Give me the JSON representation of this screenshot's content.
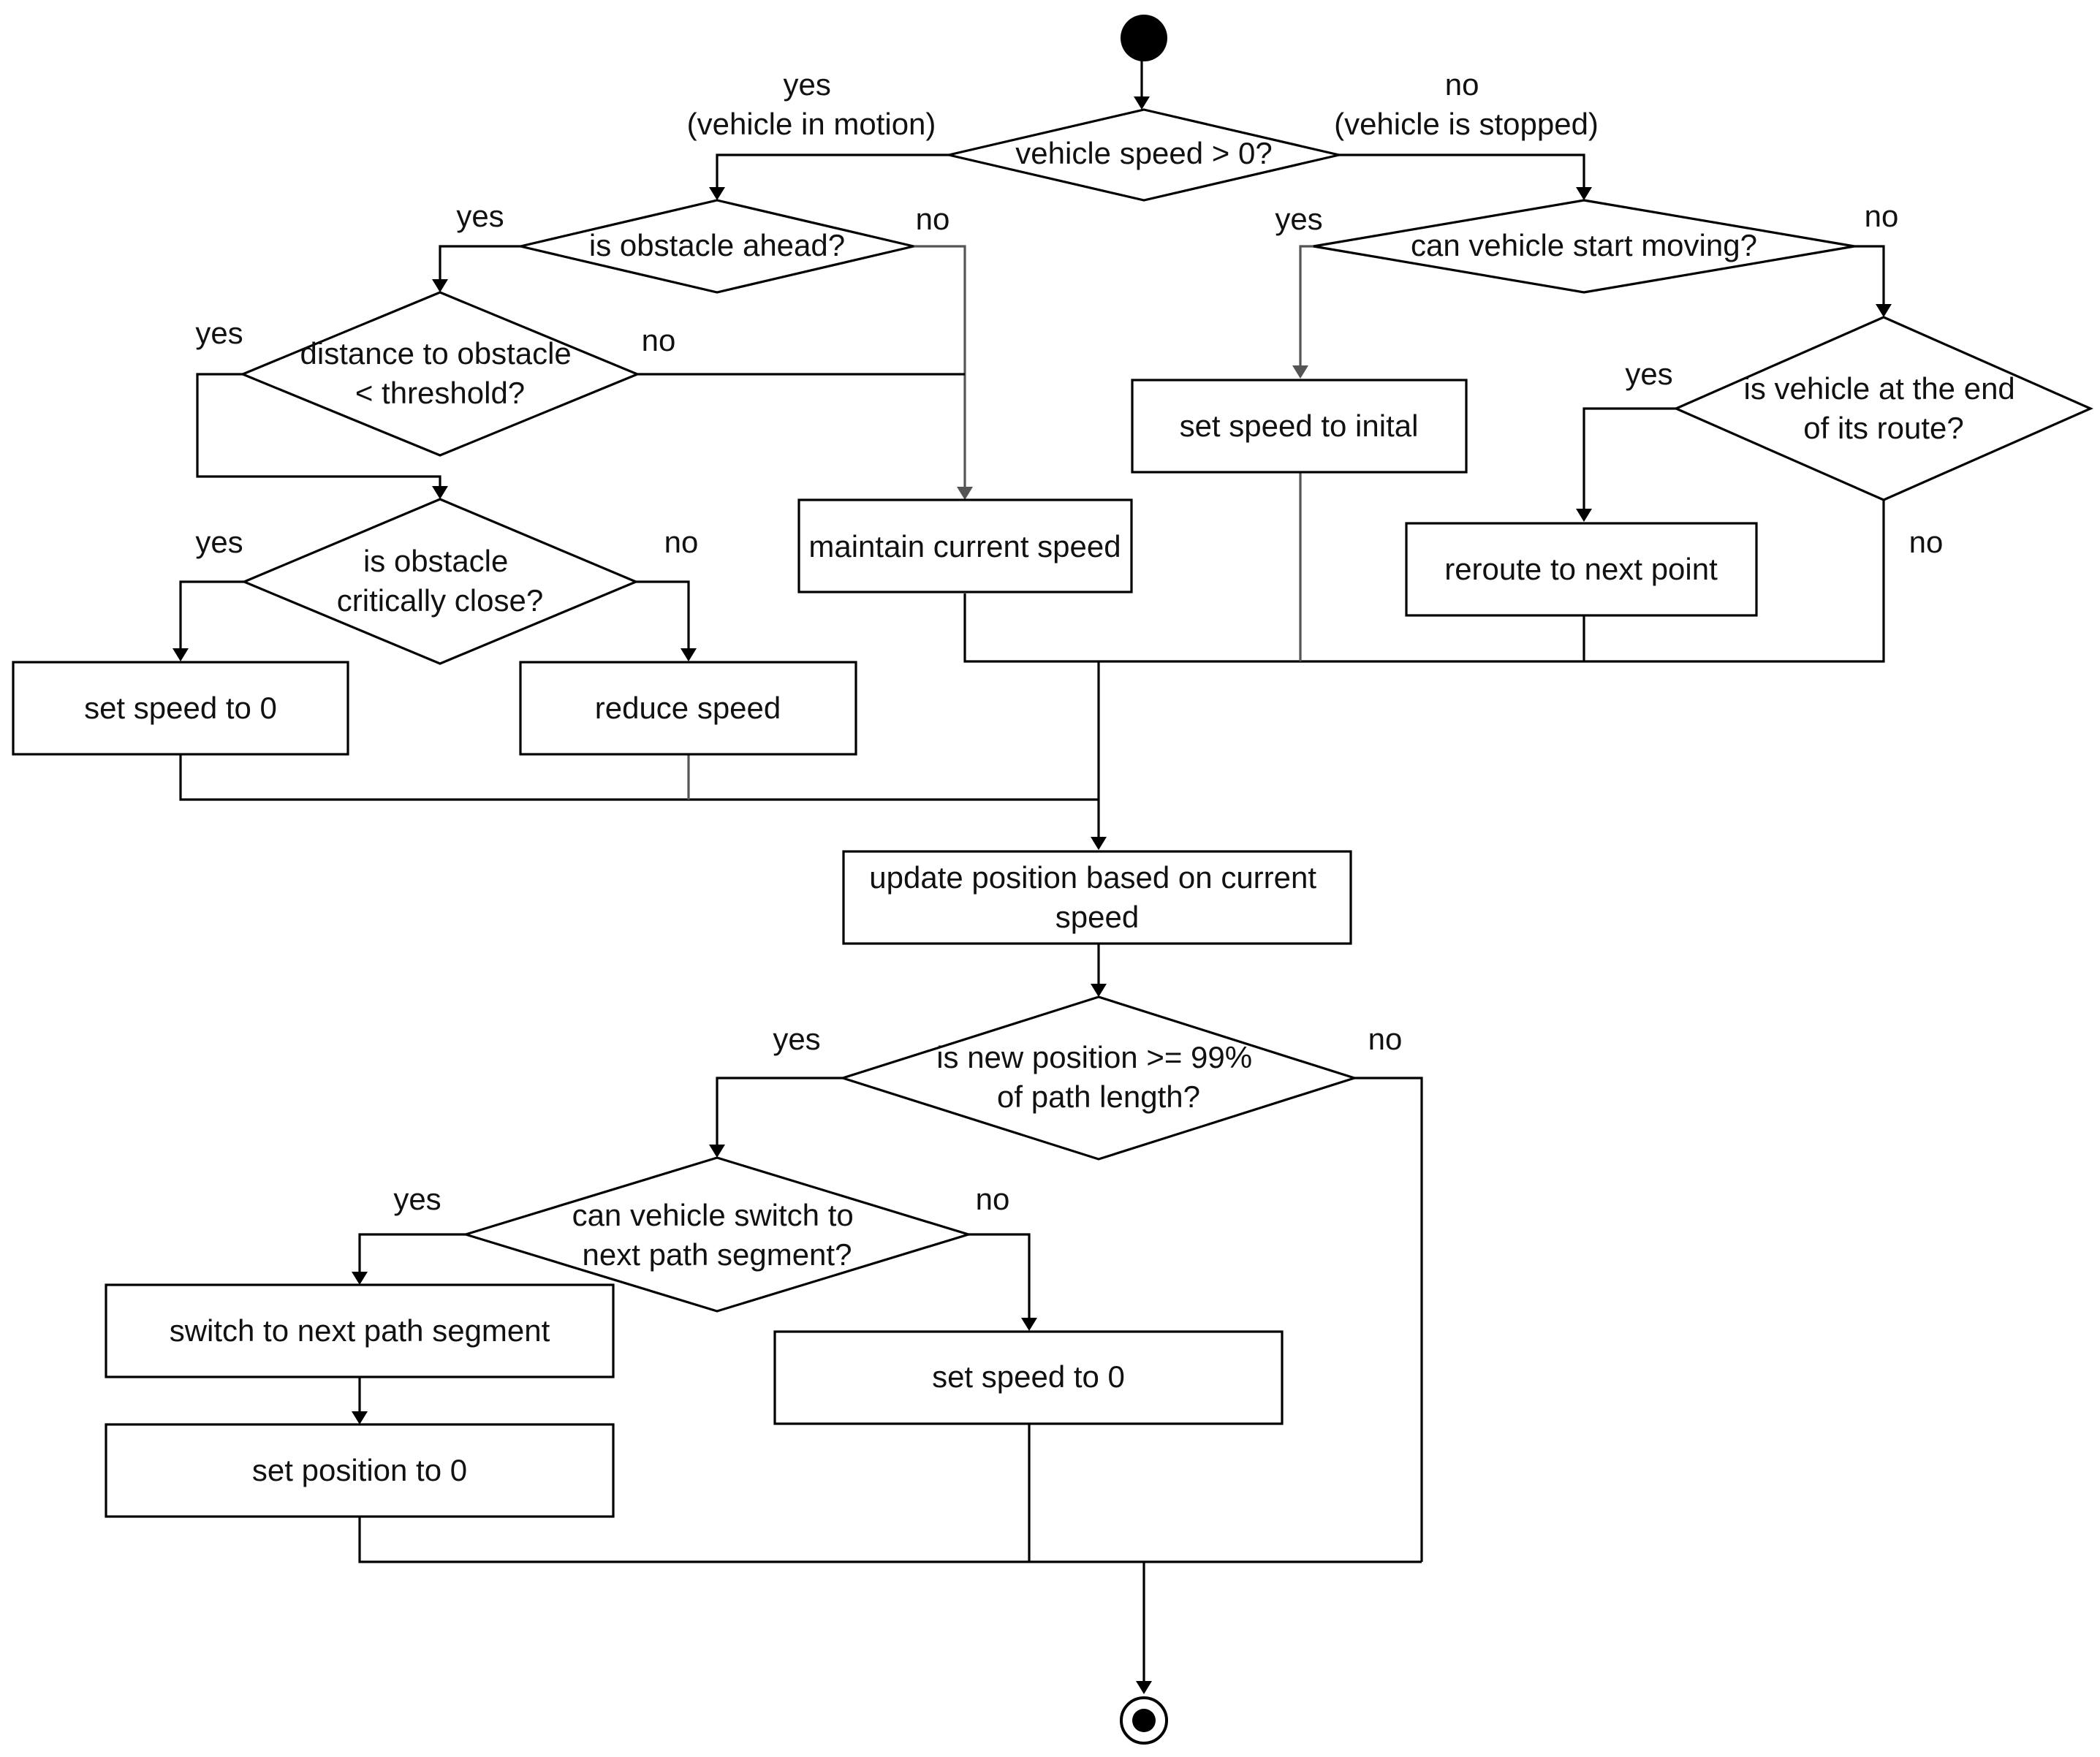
{
  "diagram": {
    "start": "",
    "decisions": {
      "speed_check": {
        "lines": [
          "vehicle speed > 0?"
        ]
      },
      "obstacle_ahead": {
        "lines": [
          "is obstacle ahead?"
        ]
      },
      "distance_threshold": {
        "lines": [
          "distance to obstacle",
          "< threshold?"
        ]
      },
      "critically_close": {
        "lines": [
          "is obstacle",
          "critically close?"
        ]
      },
      "can_start": {
        "lines": [
          "can vehicle start moving?"
        ]
      },
      "end_of_route": {
        "lines": [
          "is vehicle at the end",
          "of its route?"
        ]
      },
      "position_99": {
        "lines": [
          "is new position >= 99%",
          "of path length?"
        ]
      },
      "can_switch": {
        "lines": [
          "can vehicle switch to",
          "next path segment?"
        ]
      }
    },
    "actions": {
      "maintain_speed": {
        "lines": [
          "maintain current speed"
        ]
      },
      "set_speed_initial": {
        "lines": [
          "set speed to inital"
        ]
      },
      "reroute": {
        "lines": [
          "reroute to next point"
        ]
      },
      "set_speed_zero_a": {
        "lines": [
          "set speed to 0"
        ]
      },
      "reduce_speed": {
        "lines": [
          "reduce speed"
        ]
      },
      "update_position": {
        "lines": [
          "update position based on current",
          "speed"
        ]
      },
      "switch_segment": {
        "lines": [
          "switch to next path segment"
        ]
      },
      "set_position_zero": {
        "lines": [
          "set position to 0"
        ]
      },
      "set_speed_zero_b": {
        "lines": [
          "set speed to 0"
        ]
      }
    },
    "branch_labels": {
      "motion_yes": [
        "yes",
        "(vehicle in motion)"
      ],
      "motion_no": [
        "no",
        "(vehicle is stopped)"
      ],
      "obstacle_yes": "yes",
      "obstacle_no": "no",
      "distance_yes": "yes",
      "distance_no": "no",
      "critical_yes": "yes",
      "critical_no": "no",
      "start_yes": "yes",
      "start_no": "no",
      "route_yes": "yes",
      "route_no": "no",
      "pos_yes": "yes",
      "pos_no": "no",
      "switch_yes": "yes",
      "switch_no": "no"
    },
    "colors": {
      "line": "#000000",
      "line_gray": "#555555",
      "fill": "#ffffff",
      "text": "#111111"
    }
  }
}
